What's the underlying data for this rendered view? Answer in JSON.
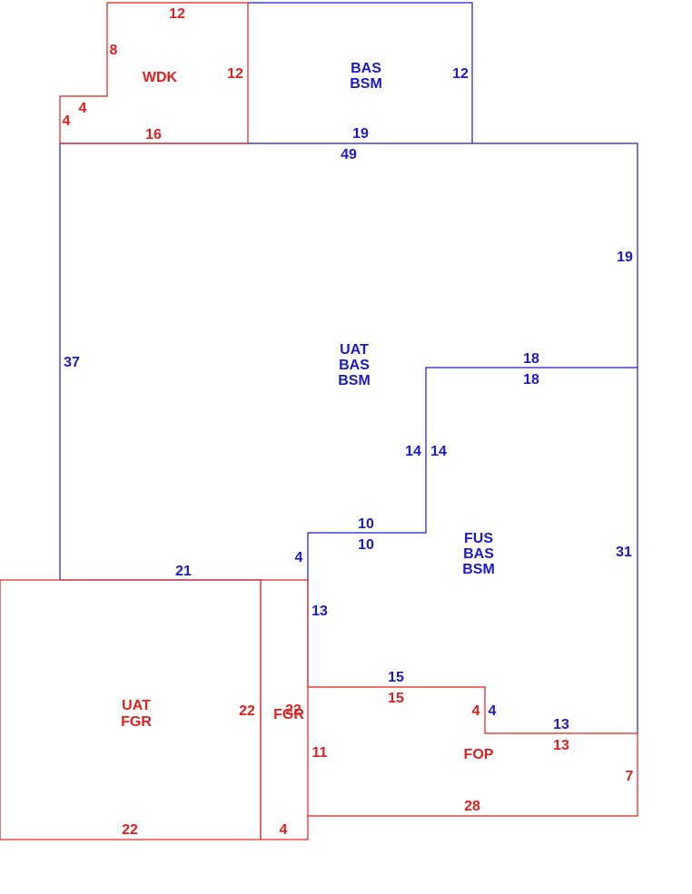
{
  "colors": {
    "blue": "#1a1acc",
    "red": "#e01e1e"
  },
  "areas": {
    "wdk": {
      "code": "WDK"
    },
    "bas_top": {
      "l1": "BAS",
      "l2": "BSM"
    },
    "main": {
      "l1": "UAT",
      "l2": "BAS",
      "l3": "BSM"
    },
    "fus": {
      "l1": "FUS",
      "l2": "BAS",
      "l3": "BSM"
    },
    "garage": {
      "l1": "UAT",
      "l2": "FGR"
    },
    "fgr_narrow": {
      "code": "FGR",
      "overlap": "22"
    },
    "fop": {
      "code": "FOP"
    }
  },
  "dimensions": {
    "wdk_top": "12",
    "wdk_left_upper": "8",
    "wdk_right": "12",
    "wdk_step": "4",
    "wdk_left_lower": "4",
    "wdk_bottom": "16",
    "bas_right": "12",
    "bas_bottom": "19",
    "main_top": "49",
    "main_right": "19",
    "main_left": "37",
    "step_top_outer": "18",
    "step_top_inner": "18",
    "step_vert_outer": "14",
    "step_vert_inner": "14",
    "step_mid_outer": "10",
    "step_mid_inner": "10",
    "fus_right": "31",
    "jog_short": "4",
    "main_bottom": "21",
    "lower_vert": "13",
    "fop_top_blue": "15",
    "fop_top_red": "15",
    "fop_jog_red": "4",
    "fop_jog_blue": "4",
    "fop_ledge_blue": "13",
    "fop_ledge_red": "13",
    "fop_left": "11",
    "fop_right": "7",
    "fop_bottom": "28",
    "garage_right": "22",
    "garage_bottom": "22",
    "fgr_bottom": "4"
  }
}
